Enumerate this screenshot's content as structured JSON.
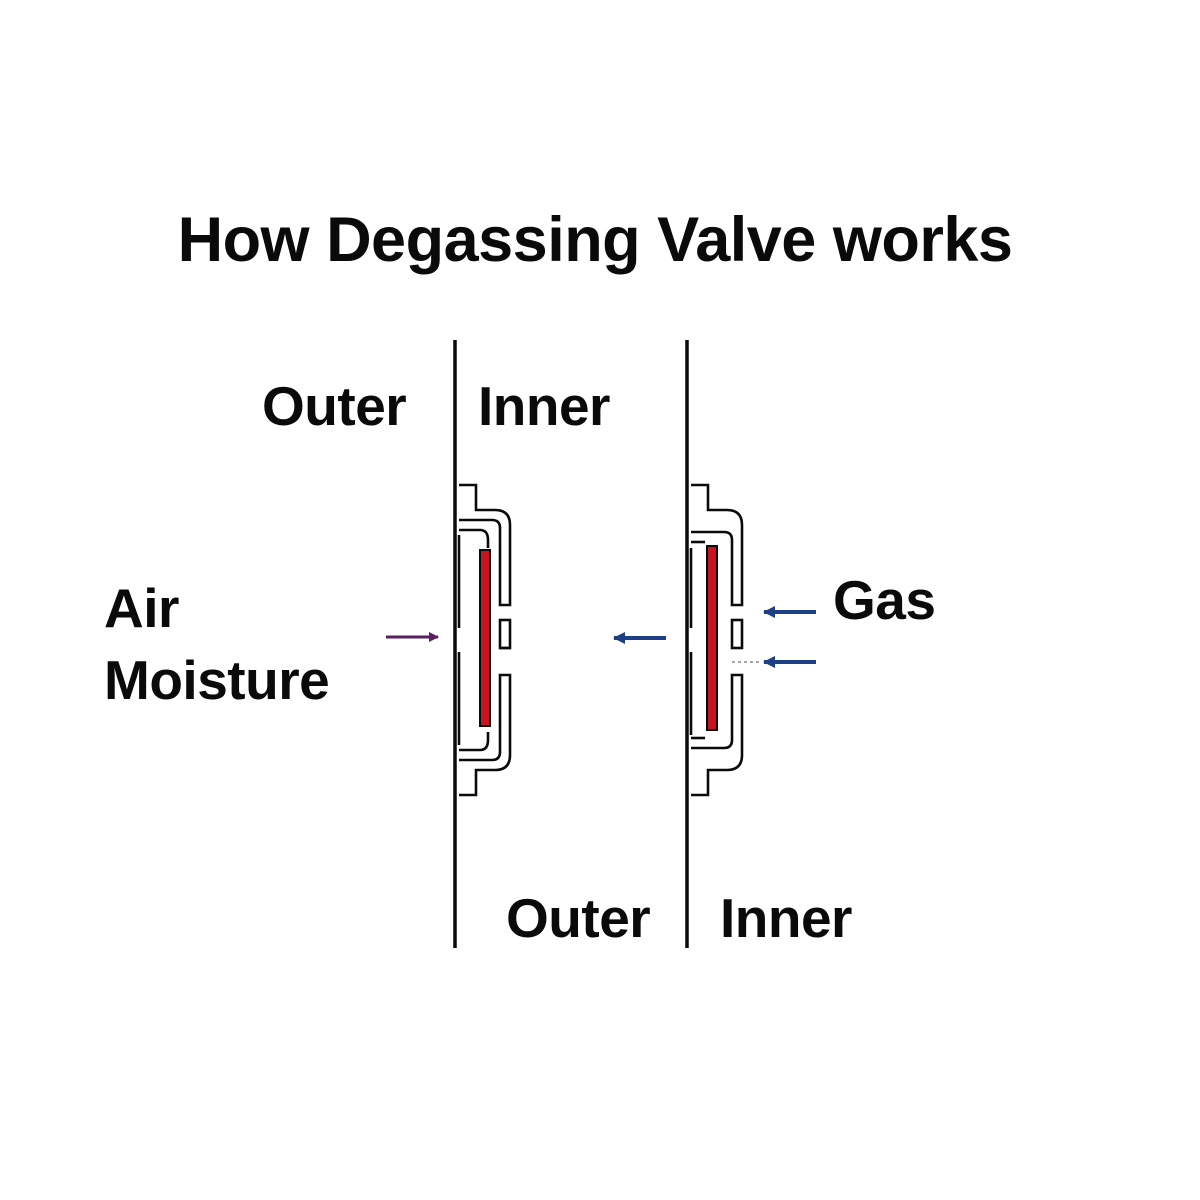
{
  "title": "How Degassing Valve works",
  "left_panel": {
    "outer_label": "Outer",
    "inner_label": "Inner",
    "input_label_line1": "Air",
    "input_label_line2": "Moisture",
    "state": "closed"
  },
  "right_panel": {
    "outer_label": "Outer",
    "inner_label": "Inner",
    "input_label": "Gas",
    "state": "open"
  },
  "colors": {
    "text": "#0a0a0a",
    "wall": "#0a0a0a",
    "membrane": "#c8141e",
    "air_arrow": "#5a1f5e",
    "gas_arrow": "#1c3f86"
  }
}
